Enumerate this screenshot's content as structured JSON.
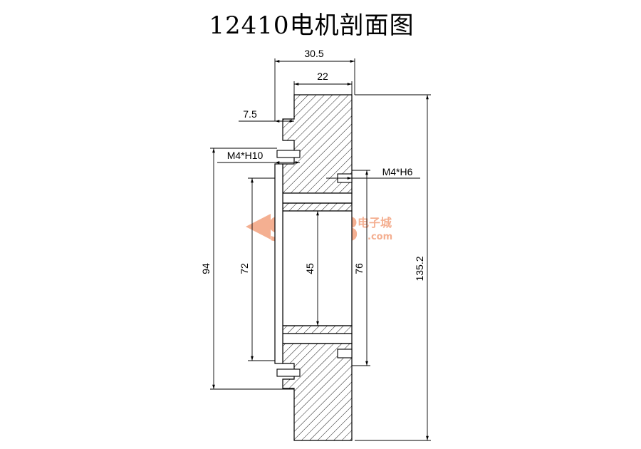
{
  "title": "12410电机剖面图",
  "dimensions": {
    "overall_width": "30.5",
    "inner_width": "22",
    "step": "7.5",
    "hole_left": "M4*H10",
    "hole_right": "M4*H6",
    "pcd_left": "94",
    "bore_left": "72",
    "shaft": "45",
    "pcd_right": "76",
    "overall_height": "135.2"
  },
  "watermark": {
    "number": "9018",
    "cn": "电子城",
    "domain": ".com",
    "color": "#f3a27e"
  },
  "colors": {
    "line": "#000000",
    "hatch": "#000000"
  }
}
